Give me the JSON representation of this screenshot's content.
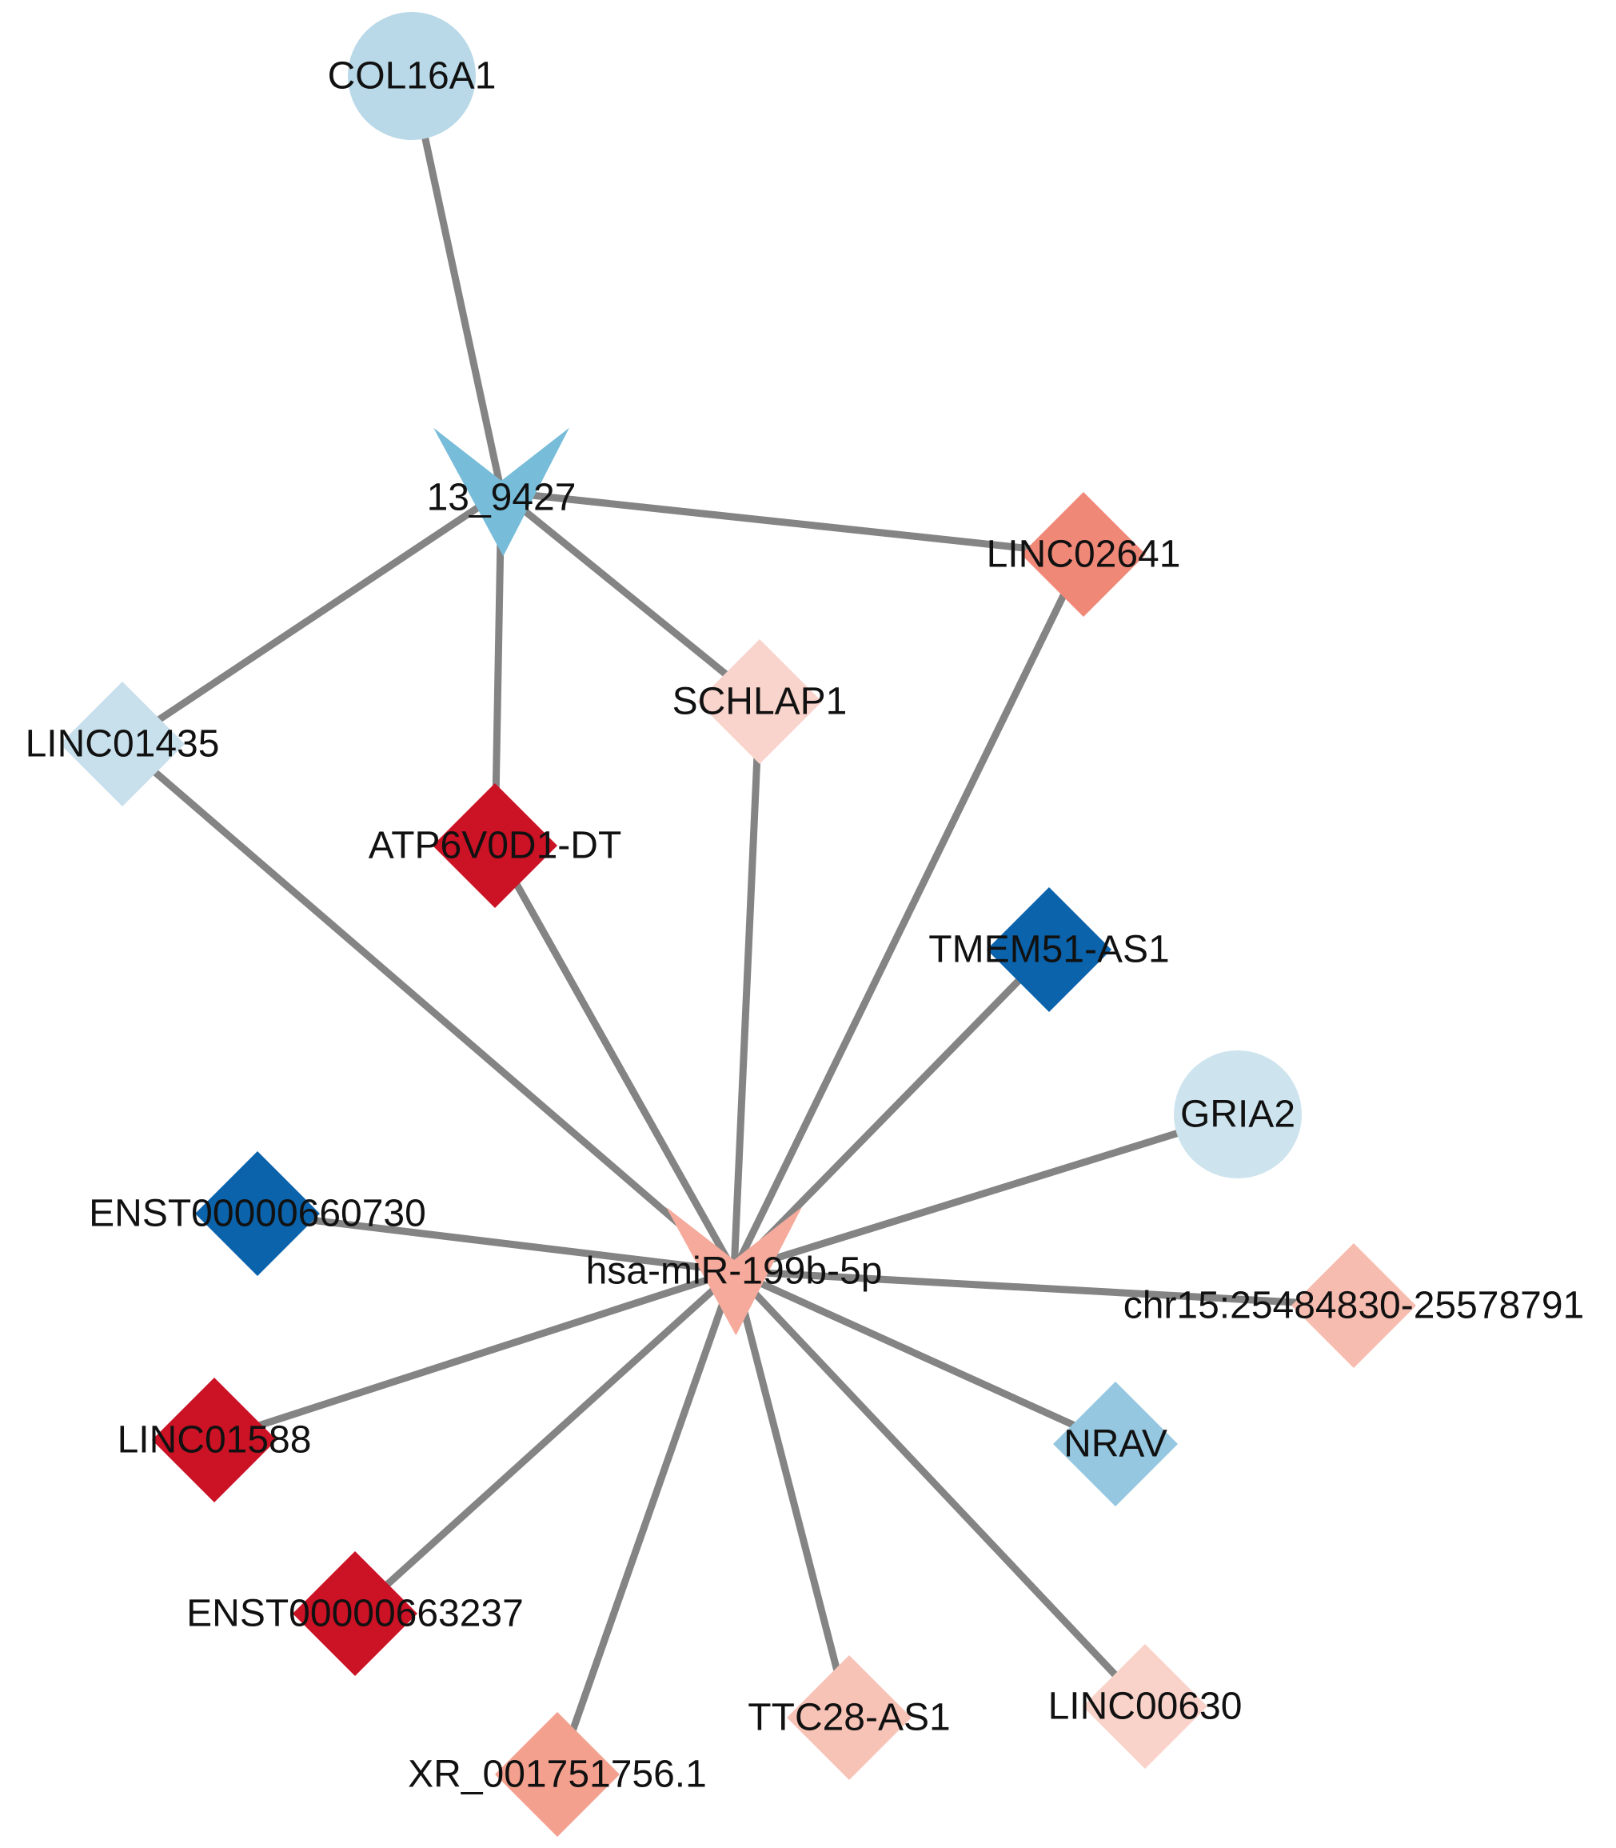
{
  "nodes": [
    {
      "id": "col16a1",
      "label": "COL16A1",
      "shape": "circle",
      "color": "#b9d9e8"
    },
    {
      "id": "n13_9427",
      "label": "13_9427",
      "shape": "v",
      "color": "#77bcd9"
    },
    {
      "id": "linc02641",
      "label": "LINC02641",
      "shape": "diamond",
      "color": "#f08878"
    },
    {
      "id": "schlap1",
      "label": "SCHLAP1",
      "shape": "diamond",
      "color": "#f9d4cc"
    },
    {
      "id": "linc01435",
      "label": "LINC01435",
      "shape": "diamond",
      "color": "#c7e0ec"
    },
    {
      "id": "atp6v0d1_dt",
      "label": "ATP6V0D1-DT",
      "shape": "diamond",
      "color": "#cc1225"
    },
    {
      "id": "tmem51_as1",
      "label": "TMEM51-AS1",
      "shape": "diamond",
      "color": "#0b63ac"
    },
    {
      "id": "gria2",
      "label": "GRIA2",
      "shape": "circle",
      "color": "#cde4ef"
    },
    {
      "id": "enst660730",
      "label": "ENST00000660730",
      "shape": "diamond",
      "color": "#0b63ac"
    },
    {
      "id": "mir199b",
      "label": "hsa-miR-199b-5p",
      "shape": "v",
      "color": "#f5aa9b"
    },
    {
      "id": "chr15",
      "label": "chr15:25484830-25578791",
      "shape": "diamond",
      "color": "#f7bcb0"
    },
    {
      "id": "linc01588",
      "label": "LINC01588",
      "shape": "diamond",
      "color": "#cc1225"
    },
    {
      "id": "nrav",
      "label": "NRAV",
      "shape": "diamond",
      "color": "#95c7e0"
    },
    {
      "id": "enst663237",
      "label": "ENST00000663237",
      "shape": "diamond",
      "color": "#cc1225"
    },
    {
      "id": "ttc28_as1",
      "label": "TTC28-AS1",
      "shape": "diamond",
      "color": "#f7c3b7"
    },
    {
      "id": "linc00630",
      "label": "LINC00630",
      "shape": "diamond",
      "color": "#f9d2c9"
    },
    {
      "id": "xr_001751756",
      "label": "XR_001751756.1",
      "shape": "diamond",
      "color": "#f4a08f"
    }
  ],
  "edges": [
    [
      "col16a1",
      "n13_9427"
    ],
    [
      "n13_9427",
      "linc02641"
    ],
    [
      "n13_9427",
      "linc01435"
    ],
    [
      "n13_9427",
      "atp6v0d1_dt"
    ],
    [
      "n13_9427",
      "schlap1"
    ],
    [
      "mir199b",
      "linc01435"
    ],
    [
      "mir199b",
      "atp6v0d1_dt"
    ],
    [
      "mir199b",
      "schlap1"
    ],
    [
      "mir199b",
      "linc02641"
    ],
    [
      "mir199b",
      "tmem51_as1"
    ],
    [
      "mir199b",
      "gria2"
    ],
    [
      "mir199b",
      "enst660730"
    ],
    [
      "mir199b",
      "chr15"
    ],
    [
      "mir199b",
      "linc01588"
    ],
    [
      "mir199b",
      "nrav"
    ],
    [
      "mir199b",
      "enst663237"
    ],
    [
      "mir199b",
      "xr_001751756"
    ],
    [
      "mir199b",
      "ttc28_as1"
    ],
    [
      "mir199b",
      "linc00630"
    ]
  ]
}
